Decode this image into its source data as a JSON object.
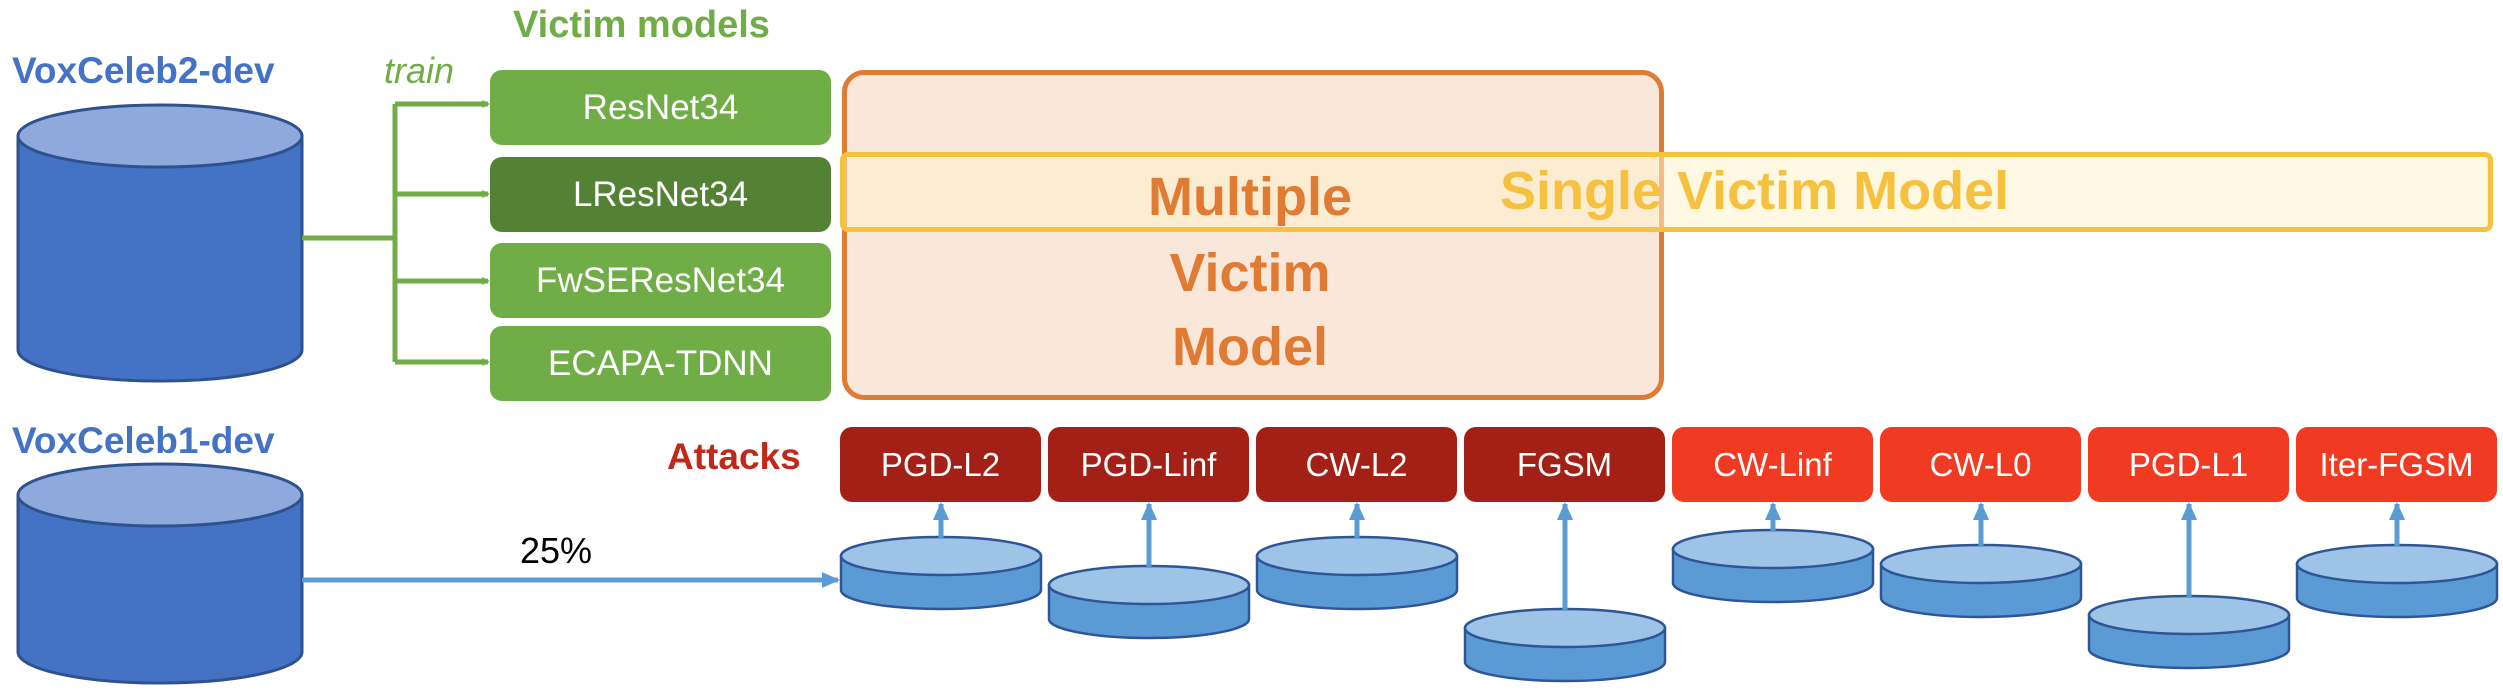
{
  "datasets": {
    "vc2": "VoxCeleb2-dev",
    "vc1": "VoxCeleb1-dev"
  },
  "victim_models": {
    "title": "Victim models",
    "train_label": "train",
    "models": [
      "ResNet34",
      "LResNet34",
      "FwSEResNet34",
      "ECAPA-TDNN"
    ]
  },
  "groups": {
    "multiple": [
      "Multiple",
      "Victim",
      "Model"
    ],
    "single": "Single Victim Model"
  },
  "attacks": {
    "title": "Attacks",
    "split_label": "25%",
    "items": [
      "PGD-L2",
      "PGD-Linf",
      "CW-L2",
      "FGSM",
      "CW-Linf",
      "CW-L0",
      "PGD-L1",
      "Iter-FGSM"
    ]
  },
  "colors": {
    "dataset_blue": "#4472c4",
    "model_green": "#70ad47",
    "model_dark_green": "#548235",
    "attack_dark_red": "#a32016",
    "attack_bright_red": "#f03a22",
    "multiple_orange": "#e07b34",
    "single_yellow": "#f6c13f",
    "arrow_blue": "#5b9bd5"
  }
}
